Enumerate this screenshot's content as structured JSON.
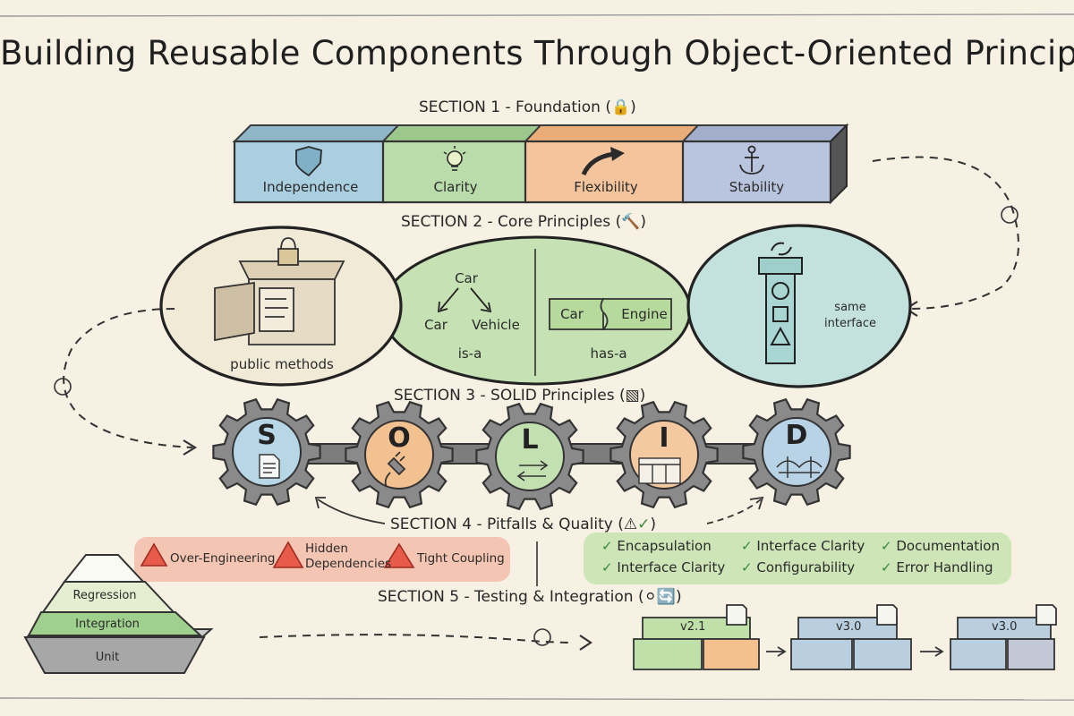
{
  "title": "Building Reusable Components Through Object-Oriented Principles",
  "sections": {
    "s1": "SECTION 1 - Foundation",
    "s2": "SECTION 2 - Core Principles",
    "s3": "SECTION 3 - SOLID Principles",
    "s4": "SECTION 4 - Pitfalls & Quality",
    "s5": "SECTION 5 - Testing & Integration"
  },
  "foundation": {
    "blocks": [
      "Independence",
      "Clarity",
      "Flexibility",
      "Stability"
    ],
    "colors": [
      "#aacfe0",
      "#b9dcaa",
      "#f4c59c",
      "#b9c4df"
    ]
  },
  "core": {
    "encapsulation_label": "public methods",
    "inherit_top": "Car",
    "inherit_left": "Car",
    "inherit_right": "Vehicle",
    "is_a": "is-a",
    "comp_left": "Car",
    "comp_right": "Engine",
    "has_a": "has-a",
    "poly_label_1": "same",
    "poly_label_2": "interface"
  },
  "solid": {
    "letters": [
      "S",
      "O",
      "L",
      "I",
      "D"
    ],
    "colors": [
      "#b7d6e6",
      "#f3c08f",
      "#c3e0b0",
      "#f5c9a0",
      "#b8d3e6"
    ]
  },
  "pitfalls": [
    "Over-Engineering",
    "Hidden",
    "Dependencies",
    "Tight Coupling"
  ],
  "quality": {
    "row1": [
      "Encapsulation",
      "Interface Clarity",
      "Documentation"
    ],
    "row2": [
      "Interface Clarity",
      "Configurability",
      "Error Handling"
    ]
  },
  "pyramid": [
    "Regression",
    "Integration",
    "Unit"
  ],
  "versions": [
    "v2.1",
    "v3.0",
    "v3.0"
  ]
}
